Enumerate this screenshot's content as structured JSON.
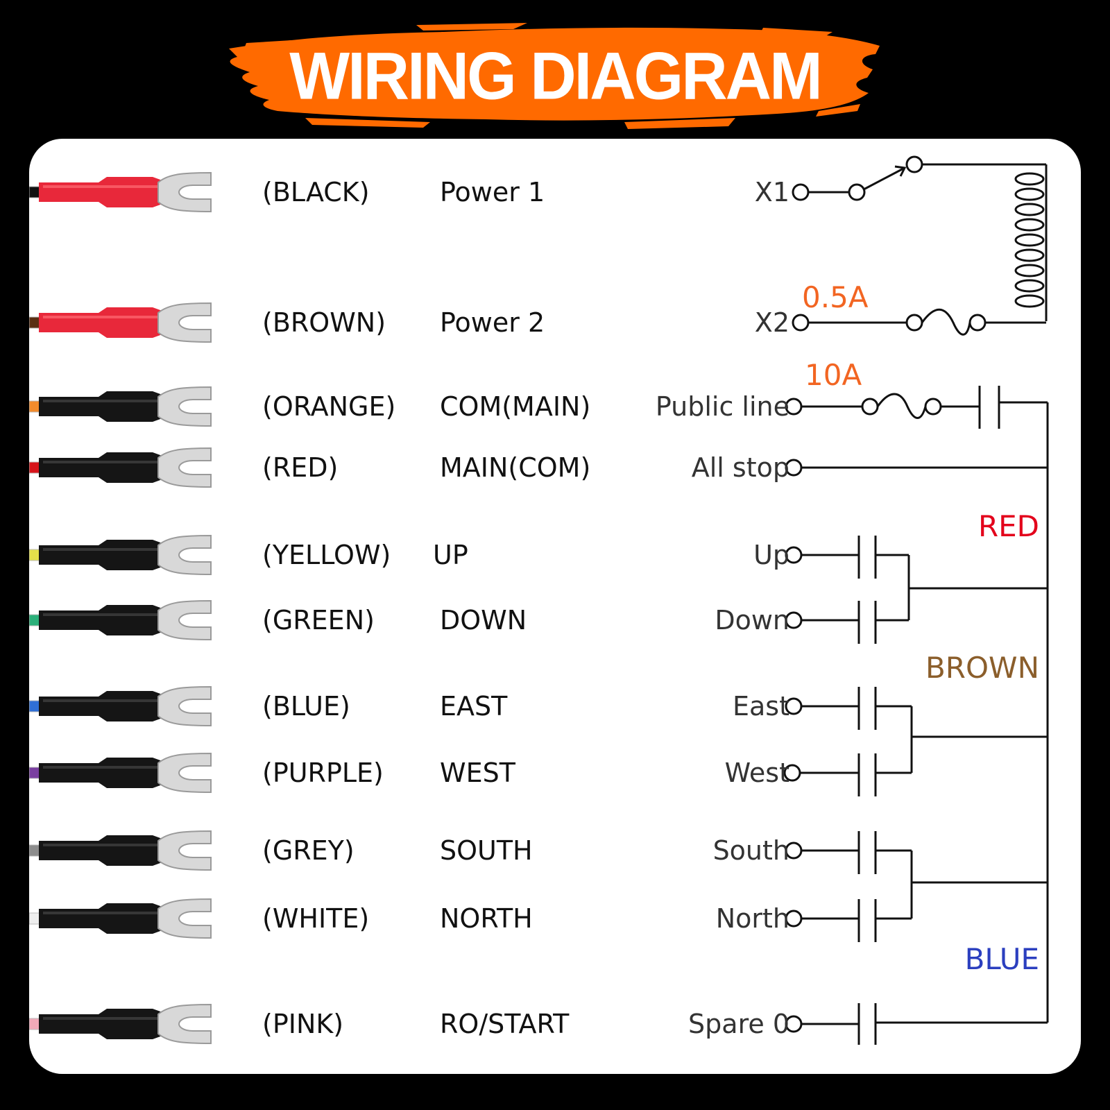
{
  "title": "WIRING DIAGRAM",
  "colors": {
    "banner": "#ff6a00",
    "fuse_label": "#f26522",
    "red_group": "#e3001b",
    "brown_group": "#8b5e2b",
    "blue_group": "#2b3fbf"
  },
  "wires": [
    {
      "color_label": "(BLACK)",
      "function": "Power 1",
      "terminal": "X1",
      "wire_hex": "#111111",
      "sleeve": "red"
    },
    {
      "color_label": "(BROWN)",
      "function": "Power 2",
      "terminal": "X2",
      "wire_hex": "#5a2e12",
      "sleeve": "red"
    },
    {
      "color_label": "(ORANGE)",
      "function": "COM(MAIN)",
      "terminal": "Public line",
      "wire_hex": "#f28b2c",
      "sleeve": "black"
    },
    {
      "color_label": "(RED)",
      "function": "MAIN(COM)",
      "terminal": "All stop",
      "wire_hex": "#d7141a",
      "sleeve": "black"
    },
    {
      "color_label": "(YELLOW)",
      "function": "UP",
      "terminal": "Up",
      "wire_hex": "#e4e04a",
      "sleeve": "black"
    },
    {
      "color_label": "(GREEN)",
      "function": "DOWN",
      "terminal": "Down",
      "wire_hex": "#2bb07a",
      "sleeve": "black"
    },
    {
      "color_label": "(BLUE)",
      "function": "EAST",
      "terminal": "East",
      "wire_hex": "#2f6fd6",
      "sleeve": "black"
    },
    {
      "color_label": "(PURPLE)",
      "function": "WEST",
      "terminal": "West",
      "wire_hex": "#7a3fa0",
      "sleeve": "black"
    },
    {
      "color_label": "(GREY)",
      "function": "SOUTH",
      "terminal": "South",
      "wire_hex": "#8c8c8c",
      "sleeve": "black"
    },
    {
      "color_label": "(WHITE)",
      "function": "NORTH",
      "terminal": "North",
      "wire_hex": "#eeeeee",
      "sleeve": "black"
    },
    {
      "color_label": "(PINK)",
      "function": "RO/START",
      "terminal": "Spare 0",
      "wire_hex": "#f1a9b8",
      "sleeve": "black"
    }
  ],
  "annotations": {
    "fuse_small": "0.5A",
    "fuse_large": "10A",
    "group_red": "RED",
    "group_brown": "BROWN",
    "group_blue": "BLUE"
  }
}
